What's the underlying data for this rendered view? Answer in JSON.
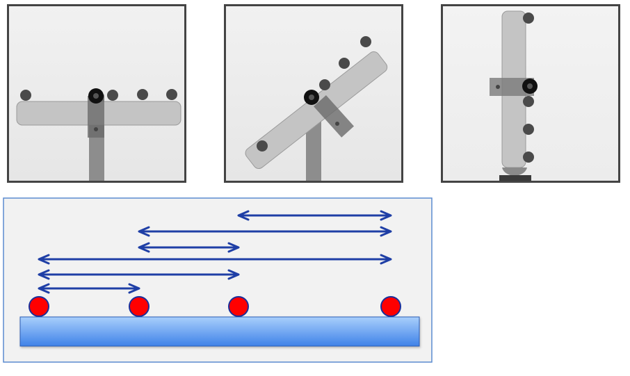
{
  "xray_panels": [
    {
      "id": "horizontal",
      "rotation_deg": 0
    },
    {
      "id": "tilted",
      "rotation_deg": -38
    },
    {
      "id": "vertical",
      "rotation_deg": -90
    }
  ],
  "diagram": {
    "colors": {
      "panel_fill": "#f2f2f2",
      "panel_border": "#5b8bd0",
      "arrow": "#1f3fa6",
      "marker_fill": "#ff0000",
      "marker_stroke": "#1a2f9a",
      "rod_top": "#a9cffb",
      "rod_bottom": "#3f82e8"
    },
    "marker_count": 4,
    "arrow_pairs": [
      [
        2,
        3
      ],
      [
        1,
        3
      ],
      [
        1,
        2
      ],
      [
        0,
        3
      ],
      [
        0,
        2
      ],
      [
        0,
        1
      ]
    ]
  }
}
